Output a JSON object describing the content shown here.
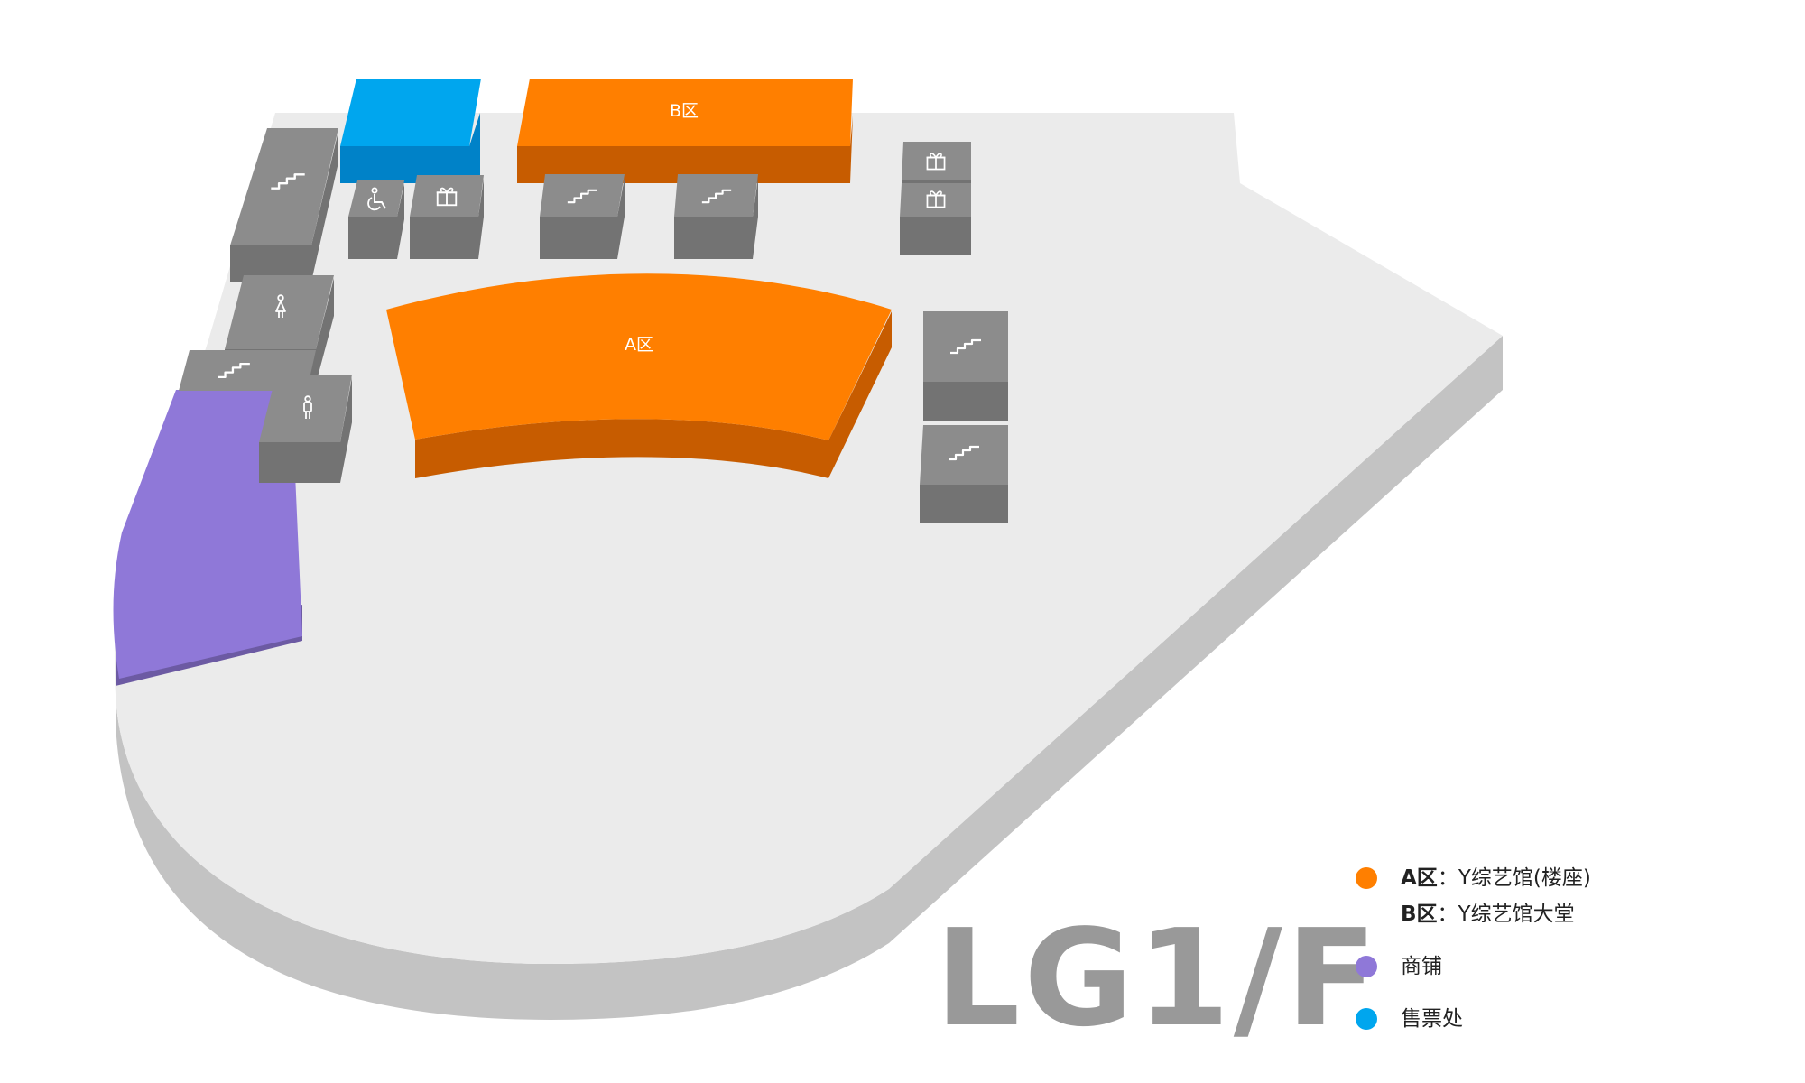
{
  "floor": {
    "label": "LG1/F"
  },
  "zones": {
    "a_label": "A区",
    "b_label": "B区"
  },
  "legend": {
    "items": [
      {
        "key": "A区",
        "sep": "：",
        "text": "Y综艺馆(楼座)",
        "color": "#FF7F00",
        "dot": true
      },
      {
        "key": "B区",
        "sep": "：",
        "text": "Y综艺馆大堂",
        "color": "#FF7F00",
        "dot": false
      },
      {
        "key": "",
        "sep": "",
        "text": "商铺",
        "color": "#8F78D8",
        "dot": true
      },
      {
        "key": "",
        "sep": "",
        "text": "售票处",
        "color": "#00A6EE",
        "dot": true
      }
    ]
  },
  "icons": {
    "escalator": "escalator-icon",
    "accessible_toilet": "accessible-toilet-icon",
    "gift": "gift-icon",
    "female_toilet": "female-toilet-icon",
    "male_toilet": "male-toilet-icon"
  },
  "colors": {
    "zone_orange": "#FF7F00",
    "shop_purple": "#8F78D8",
    "ticket_blue": "#00A6EE",
    "facility_gray": "#8C8C8C",
    "floor_gray": "#EBEBEB"
  }
}
